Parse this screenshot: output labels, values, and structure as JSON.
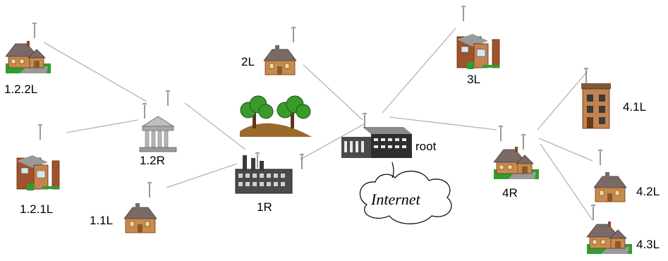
{
  "nodes": {
    "n122L": {
      "label": "1.2.2L"
    },
    "n121L": {
      "label": "1.2.1L"
    },
    "n12R": {
      "label": "1.2R"
    },
    "n11L": {
      "label": "1.1L"
    },
    "n2L": {
      "label": "2L"
    },
    "n1R": {
      "label": "1R"
    },
    "root": {
      "label": "root"
    },
    "n3L": {
      "label": "3L"
    },
    "n4R": {
      "label": "4R"
    },
    "n41L": {
      "label": "4.1L"
    },
    "n42L": {
      "label": "4.2L"
    },
    "n43L": {
      "label": "4.3L"
    }
  },
  "internet": {
    "label": "Internet"
  },
  "colors": {
    "link": "#b4b4b4",
    "house_wall": "#c98a4e",
    "roof": "#7a6a66",
    "grass": "#2f9e2f",
    "tree": "#3a9a2a",
    "building": "#4a4a4a",
    "temple": "#a9a9a9"
  },
  "icons": {
    "house": "house-icon",
    "factory": "factory-icon",
    "server": "server-building-icon",
    "temple": "temple-icon",
    "trees": "trees-icon",
    "antenna": "antenna-icon",
    "cloud": "cloud-icon"
  }
}
